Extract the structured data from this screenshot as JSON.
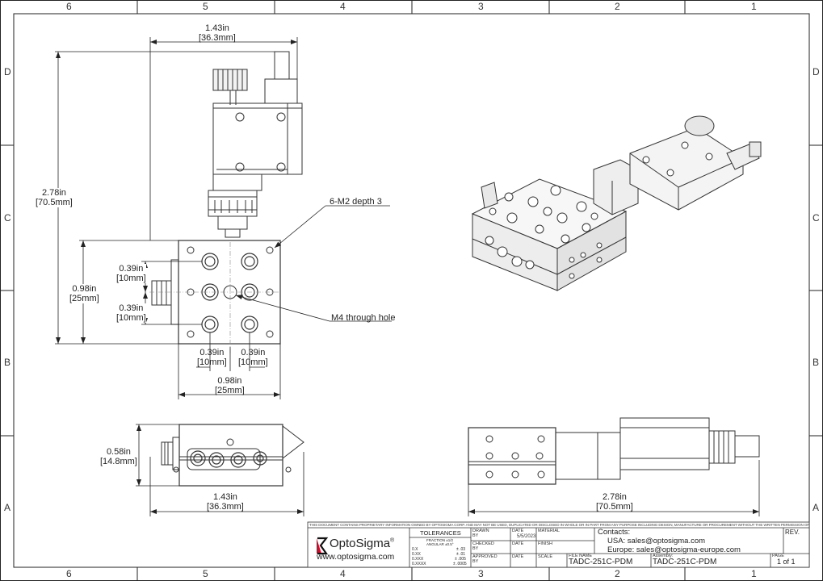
{
  "sheet": {
    "zones_top": [
      "6",
      "5",
      "4",
      "3",
      "2",
      "1"
    ],
    "zones_side": [
      "D",
      "C",
      "B",
      "A"
    ]
  },
  "dimensions": {
    "top_width": [
      "1.43in",
      "[36.3mm]"
    ],
    "overall_height": [
      "2.78in",
      "[70.5mm]"
    ],
    "body_height": [
      "0.98in",
      "[25mm]"
    ],
    "hole_pitch_upper": [
      "0.39in",
      "[10mm]"
    ],
    "hole_pitch_lower": [
      "0.39in",
      "[10mm]"
    ],
    "pitch_x_left": [
      "0.39in",
      "[10mm]"
    ],
    "pitch_x_right": [
      "0.39in",
      "[10mm]"
    ],
    "body_width": [
      "0.98in",
      "[25mm]"
    ],
    "side_height": [
      "0.58in",
      "[14.8mm]"
    ],
    "side_width": [
      "1.43in",
      "[36.3mm]"
    ],
    "rear_length": [
      "2.78in",
      "[70.5mm]"
    ]
  },
  "notes": {
    "tapped_holes": "6-M2 depth 3",
    "through_hole": "M4 through hole"
  },
  "title_block": {
    "notice": "THIS DOCUMENT CONTAINS PROPRIETARY INFORMATION OWNED BY OPTOSIGMA CORP. AND MAY NOT BE USED, DUPLICATED OR DISCLOSED IN WHOLE OR IN PART FROM ANY PURPOSE INCLUDING DESIGN, MANUFACTURE OR PROCUREMENT WITHOUT THE WRITTEN PERMISSION OF OPTOSIGMA CORP.",
    "logo_name": "OptoSigma",
    "logo_reg": "®",
    "website": "www.optosigma.com",
    "tolerances_title": "TOLERANCES",
    "fraction": "FRACTION ±1/2",
    "angular": "ANGULAR ±0.5°",
    "tol_rows": [
      {
        "k": "0.X",
        "v": "± .03"
      },
      {
        "k": "0.XX",
        "v": "± .01"
      },
      {
        "k": "0.XXX",
        "v": "± .005"
      },
      {
        "k": "0.XXXX",
        "v": "± .0005"
      }
    ],
    "drawn_by": "DRAWN BY",
    "date_label": "DATE",
    "drawn_date": "5/5/2023",
    "material": "MATERIAL",
    "checked_by": "CHECKED BY",
    "finish": "FINISH",
    "approved_by": "APPROVED BY",
    "scale": "SCALE",
    "file_name_label": "FILE NAME",
    "file_name": "TADC-251C-PDM",
    "assembly_label": "Assembly:",
    "assembly": "TADC-251C-PDM",
    "page_label": "PAGE",
    "page": "1 of 1",
    "rev": "REV.",
    "contacts_label": "Contacts:",
    "usa": "USA: sales@optosigma.com",
    "europe": "Europe: sales@optosigma-europe.com"
  }
}
